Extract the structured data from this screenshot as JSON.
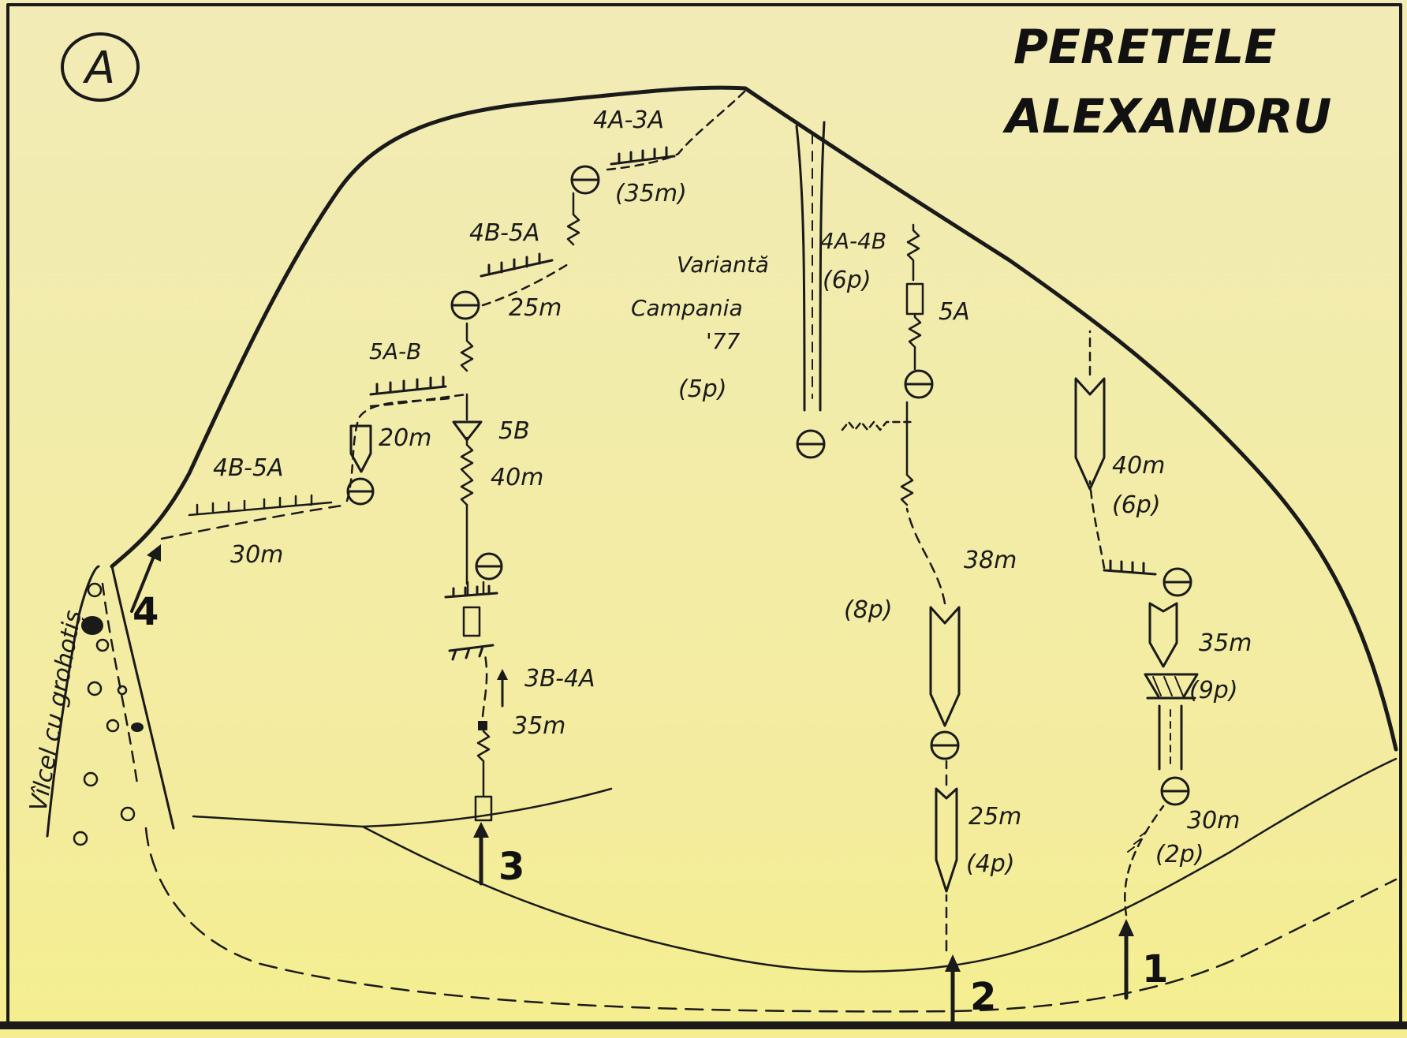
{
  "badge": "A",
  "title": [
    "PERETELE",
    "ALEXANDRU"
  ],
  "side_label": "Vîlcel cu grohotiș",
  "variant": {
    "lines": [
      "Variantă",
      "Campania",
      "'77"
    ],
    "pitons": "(5p)"
  },
  "route_numbers": [
    "1",
    "2",
    "3",
    "4"
  ],
  "labels": {
    "g4a3a": "4A-3A",
    "len35a": "(35m)",
    "g4b5a_top": "4B-5A",
    "len25": "25m",
    "g5ab": "5A-B",
    "len20": "20m",
    "g5b": "5B",
    "len40": "40m",
    "g4b5a_left": "4B-5A",
    "len30_left": "30m",
    "g3b4a": "3B-4A",
    "len35_r3": "35m",
    "g4a4b": "4A-4B",
    "p6_top": "(6p)",
    "g5a": "5A",
    "len40_r1": "40m",
    "p6_r1": "(6p)",
    "len38": "38m",
    "p8": "(8p)",
    "len35_r1": "35m",
    "p9": "(9p)",
    "len25_r2": "25m",
    "p4": "(4p)",
    "len30_r1": "30m",
    "p2": "(2p)"
  },
  "colors": {
    "paper": "#f3ebb4",
    "ink": "#1a1a1a"
  }
}
